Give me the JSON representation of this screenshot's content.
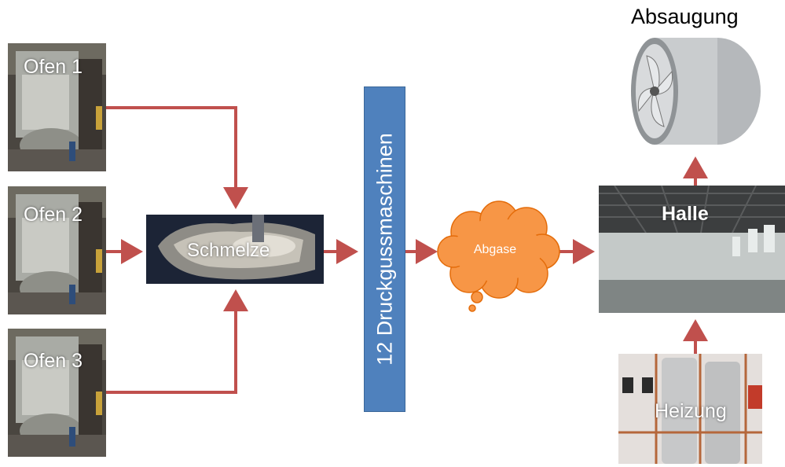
{
  "furnaces": [
    {
      "label": "Ofen 1"
    },
    {
      "label": "Ofen 2"
    },
    {
      "label": "Ofen 3"
    }
  ],
  "melt": {
    "label": "Schmelze"
  },
  "machines": {
    "label": "12 Druckgussmaschinen"
  },
  "exhaust_gas": {
    "label": "Abgase"
  },
  "hall": {
    "label": "Halle"
  },
  "extraction": {
    "label": "Absaugung"
  },
  "heating": {
    "label": "Heizung"
  },
  "colors": {
    "arrow": "#c0504d",
    "machine_box": "#4f81bd",
    "cloud": "#f79646"
  }
}
